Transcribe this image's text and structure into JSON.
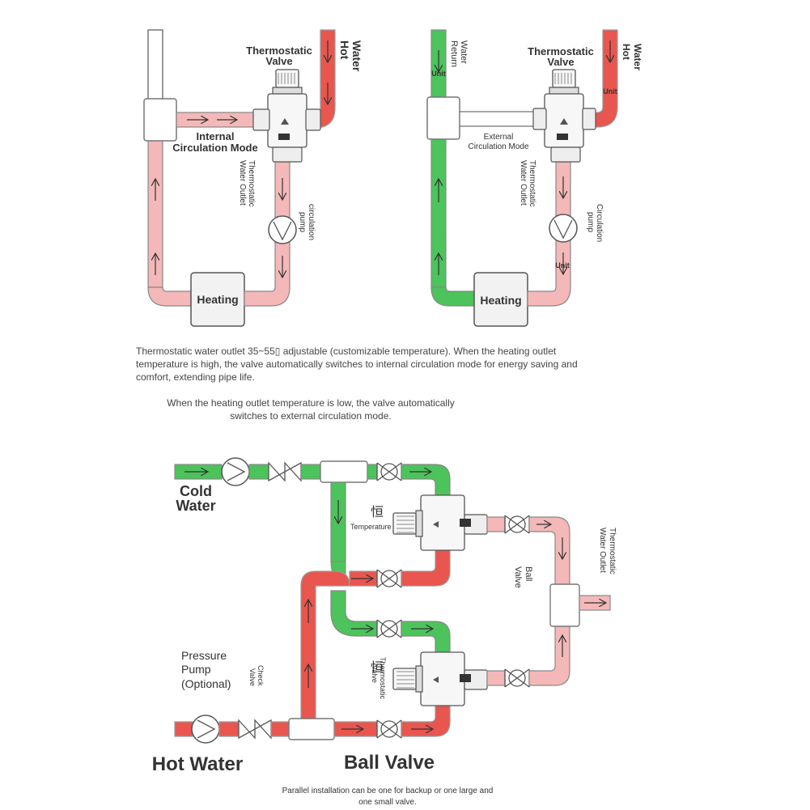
{
  "top_left": {
    "thermostatic_valve": [
      "Thermostatic",
      "Valve"
    ],
    "hot_water": [
      "Hot",
      "Water"
    ],
    "mode": [
      "Internal",
      "Circulation Mode"
    ],
    "outlet": [
      "Thermostatic",
      "Water Outlet"
    ],
    "pump": [
      "circulation",
      "pump"
    ],
    "heating": "Heating"
  },
  "top_right": {
    "return_water": [
      "Return",
      "Water"
    ],
    "unit_return": "Unit",
    "thermostatic_valve": [
      "Thermostatic",
      "Valve"
    ],
    "hot_water": [
      "Hot",
      "Water"
    ],
    "unit_hot": "Unit",
    "mode": [
      "External",
      "Circulation Mode"
    ],
    "outlet": [
      "Thermostatic",
      "Water Outlet"
    ],
    "pump": [
      "Circulation",
      "pump"
    ],
    "unit_pump": "Unit",
    "heating": "Heating"
  },
  "caption1": [
    "Thermostatic water outlet 35~55▯ adjustable (customizable temperature). When the heating outlet",
    "temperature is high, the valve automatically switches to internal circulation mode for energy saving and",
    "comfort, extending pipe life."
  ],
  "caption2": [
    "When the heating outlet temperature is low, the valve automatically",
    "switches to external circulation mode."
  ],
  "bottom": {
    "cold_water": [
      "Cold",
      "Water"
    ],
    "pressure_pump": [
      "Pressure",
      "Pump",
      "(Optional)"
    ],
    "check_valve": [
      "Check",
      "Valve"
    ],
    "hot_water": "Hot Water",
    "ball_valve_big": "Ball Valve",
    "ball_valve_small": [
      "Ball",
      "Valve"
    ],
    "outlet": [
      "Thermostatic",
      "Water Outlet"
    ],
    "valve1_char": "恒",
    "valve1_text": "Temperature",
    "valve2_char": "恒",
    "valve2_text": [
      "Thermostatic",
      "Valve"
    ],
    "footer": [
      "Parallel installation can be one for backup or one large and",
      "one small valve."
    ]
  },
  "colors": {
    "hot": "#e8564f",
    "pink": "#f4b8b8",
    "green": "#4cc35b",
    "pipe_stroke": "#777777",
    "white_pipe": "#ffffff"
  }
}
